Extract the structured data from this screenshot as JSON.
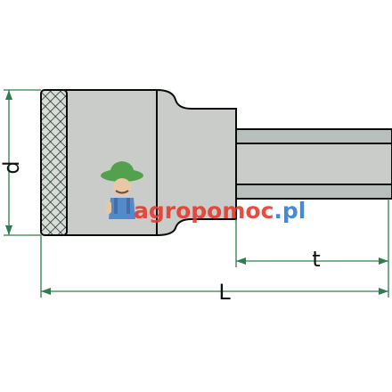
{
  "dimensions": {
    "diameter_label": "d",
    "depth_label": "t",
    "length_label": "L"
  },
  "watermark": {
    "text_prefix": "agropomoc",
    "text_suffix": ".pl",
    "color_main": "#e23b2f",
    "color_suffix": "#2f7fd1",
    "mascot_icon": "farmer-mascot-icon"
  },
  "colors": {
    "tool_fill": "#c9ccc9",
    "hex_bit_fill": "#b9bfbd",
    "outline": "#0a0a0a",
    "dimension_line": "#2e7d4f",
    "knurl_line": "#1f3a2b"
  }
}
